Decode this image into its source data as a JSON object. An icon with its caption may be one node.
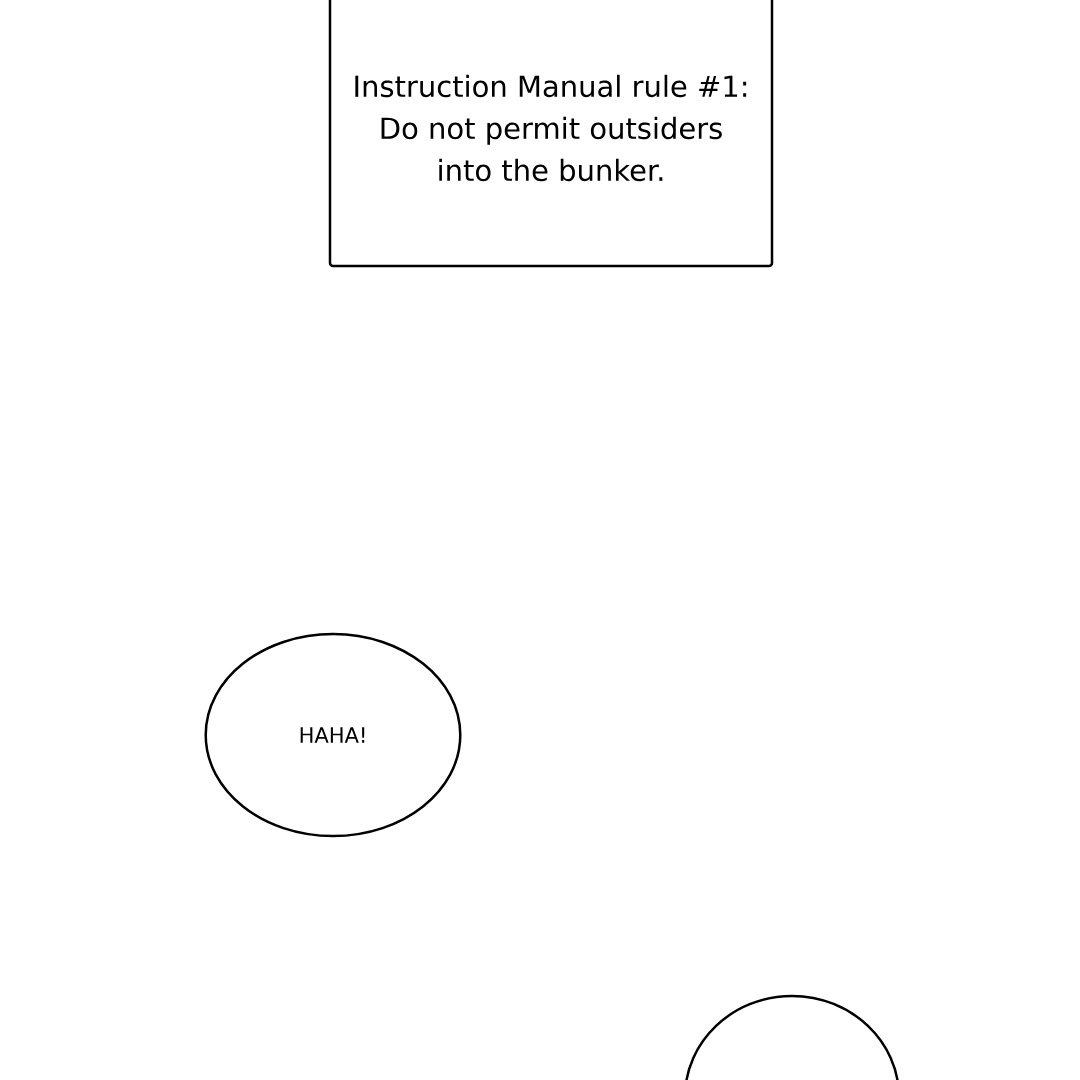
{
  "diagram": {
    "nodes": [
      {
        "text": [
          "Instruction Manual rule #1: Do not permit outsiders into the bunker."
        ]
      },
      {
        "text": [
          "HAHA!"
        ]
      },
      {
        "text": [],
        "shape": "circle"
      }
    ]
  }
}
